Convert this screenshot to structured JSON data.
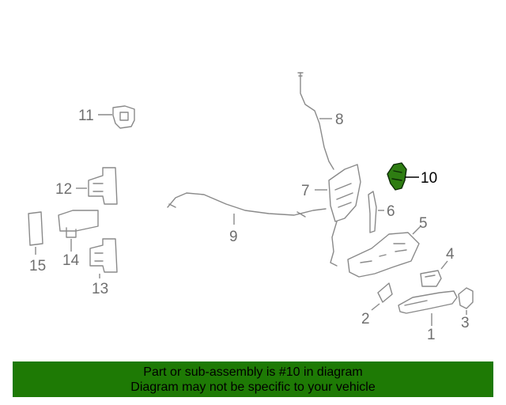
{
  "diagram": {
    "highlighted_part": "10",
    "highlight_color": "#2e7d12",
    "callouts": [
      "1",
      "2",
      "3",
      "4",
      "5",
      "6",
      "7",
      "8",
      "9",
      "10",
      "11",
      "12",
      "13",
      "14",
      "15"
    ]
  },
  "banner": {
    "background": "#1e7a05",
    "line1": "Part or sub-assembly is #10 in diagram",
    "line2": "Diagram may not be specific to your vehicle"
  }
}
